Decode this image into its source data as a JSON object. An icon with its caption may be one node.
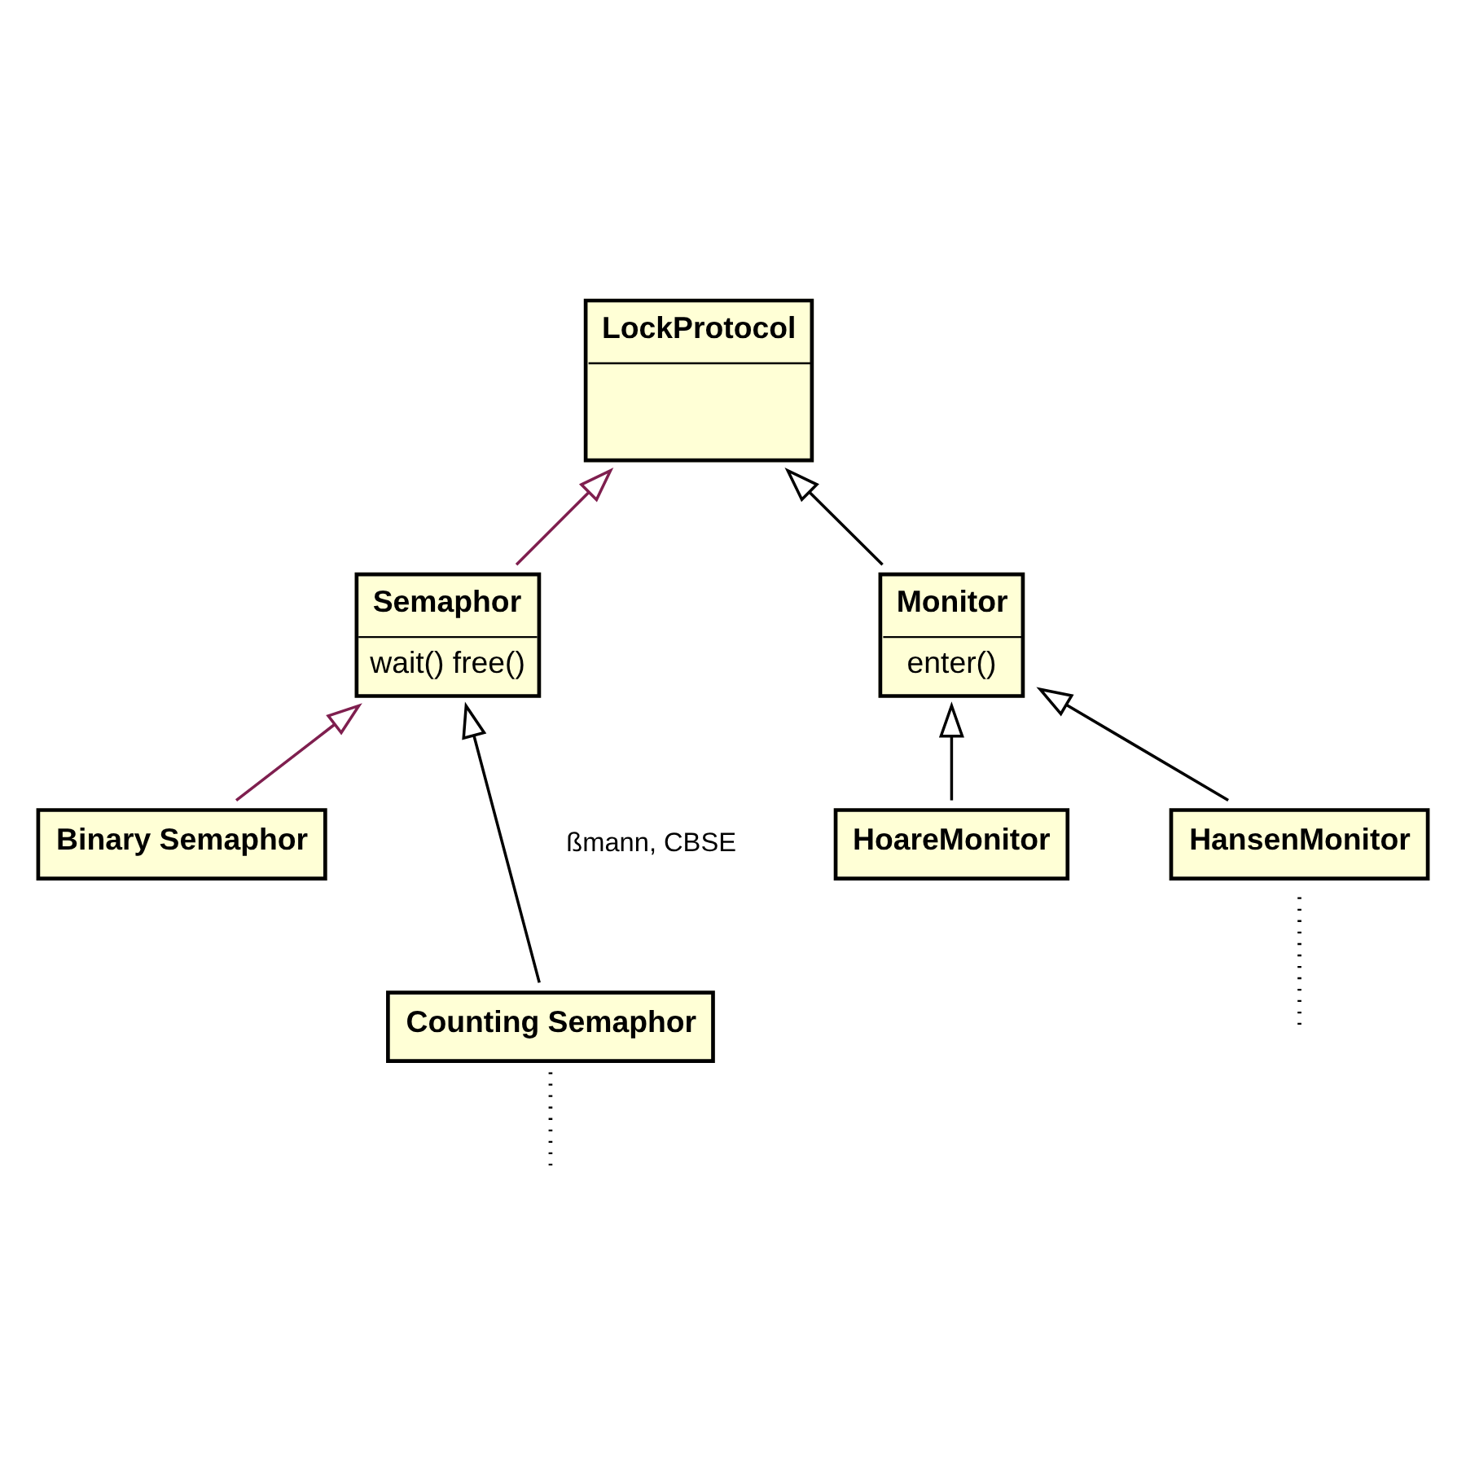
{
  "diagram": {
    "nodes": [
      {
        "text": [
          "LockProtocol"
        ]
      },
      {
        "text": [
          "Semaphor",
          "wait() free()"
        ]
      },
      {
        "text": [
          "Monitor",
          "enter()"
        ]
      },
      {
        "text": [
          "HoareMonitor"
        ]
      },
      {
        "text": [
          "HansenMonitor"
        ]
      },
      {
        "text": [
          "Binary Semaphor"
        ]
      },
      {
        "text": [
          "Counting Semaphor"
        ]
      }
    ],
    "edges": [
      {
        "from": 1,
        "to": 0,
        "arrow": "to",
        "color": "#7f1f4f"
      },
      {
        "from": 2,
        "to": 0,
        "arrow": "to"
      },
      {
        "from": 3,
        "to": 2,
        "arrow": "to"
      },
      {
        "from": 4,
        "to": 2,
        "arrow": "to"
      },
      {
        "from": 5,
        "to": 1,
        "arrow": "to",
        "color": "#7f1f4f"
      },
      {
        "from": 6,
        "to": 1,
        "arrow": "to"
      },
      {
        "from": 4,
        "to": null,
        "arrow": "none",
        "style": "dashed"
      },
      {
        "from": 6,
        "to": null,
        "arrow": "none",
        "style": "dashed"
      }
    ],
    "labels": [
      "ßmann, CBSE"
    ]
  }
}
